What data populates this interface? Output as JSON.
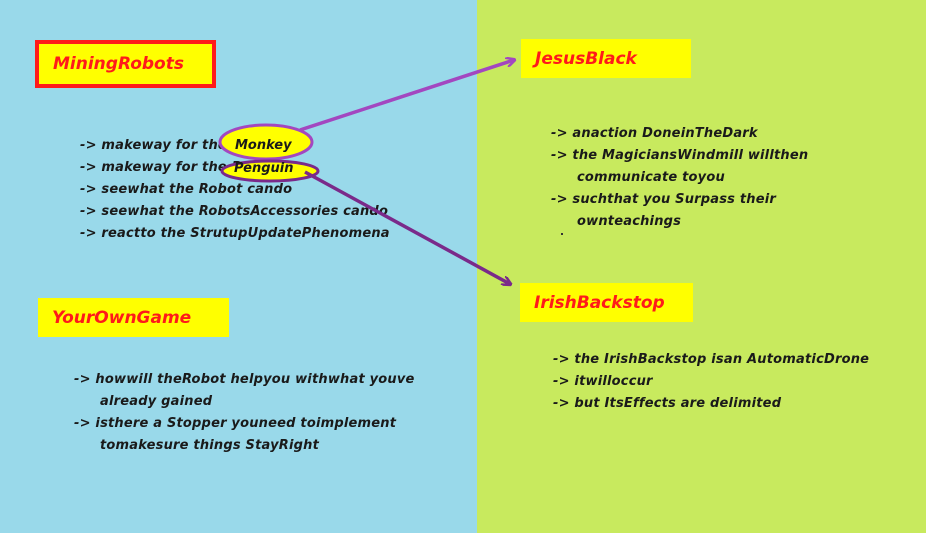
{
  "colors": {
    "left_bg": "#99d9ea",
    "right_bg": "#c8ea5e",
    "box_fill": "#ffff00",
    "title_text": "#ff1a1a",
    "arrow_light": "#a347c0",
    "arrow_dark": "#7a2a8a"
  },
  "sections": {
    "mining_robots": {
      "title": "MiningRobots",
      "lines": [
        "-> makeway for the Monkey",
        "-> makeway for the Penguin",
        "-> seewhat the Robot cando",
        "-> seewhat the RobotsAccessories cando",
        "-> reactto the StrutupUpdatePhenomena"
      ],
      "highlights": [
        "Monkey",
        "Penguin"
      ]
    },
    "your_own_game": {
      "title": "YourOwnGame",
      "lines": [
        "-> howwill theRobot helpyou withwhat youve",
        "already gained",
        "-> isthere a Stopper youneed toimplement",
        "tomakesure things StayRight"
      ]
    },
    "jesus_black": {
      "title": "JesusBlack",
      "lines": [
        "-> anaction DoneinTheDark",
        "-> the MagiciansWindmill willthen",
        "communicate toyou",
        "-> suchthat you Surpass their",
        "ownteachings"
      ]
    },
    "irish_backstop": {
      "title": "IrishBackstop",
      "lines": [
        "-> the IrishBackstop isan AutomaticDrone",
        "-> itwilloccur",
        "-> but ItsEffects are delimited"
      ]
    }
  }
}
